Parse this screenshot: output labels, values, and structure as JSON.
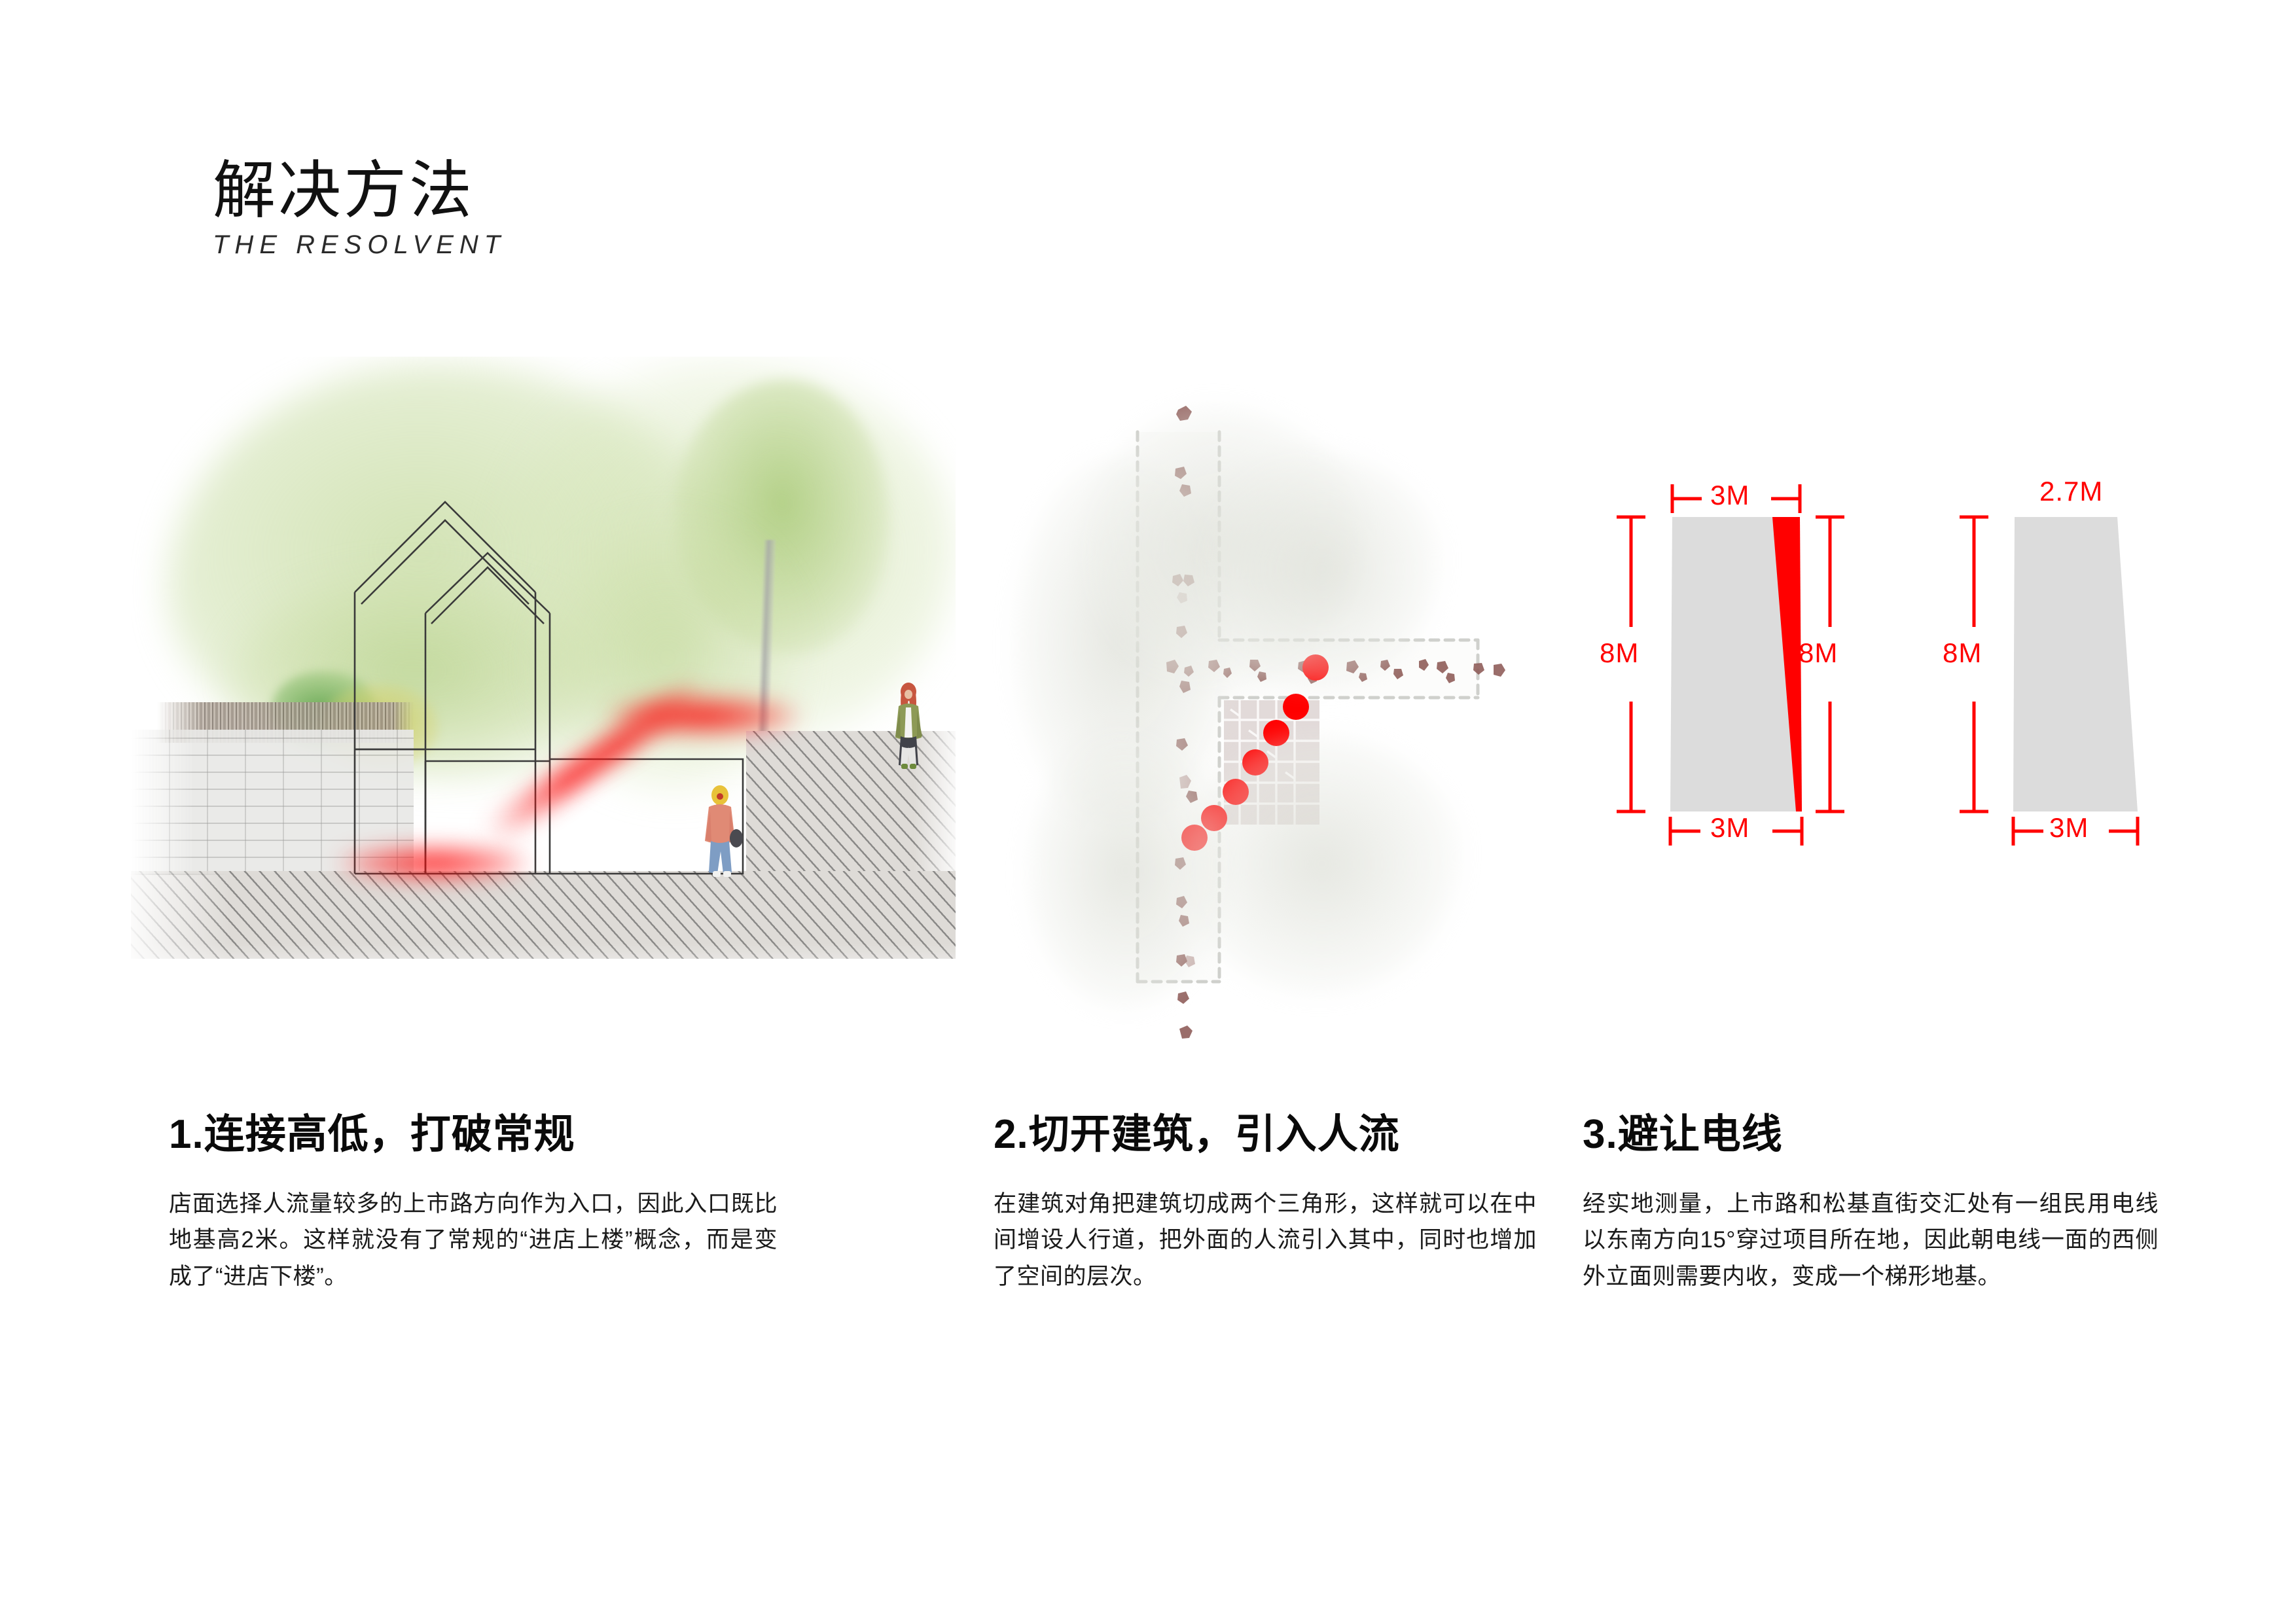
{
  "header": {
    "title": "解决方法",
    "subtitle": "THE RESOLVENT"
  },
  "colors": {
    "accent_red": "#ff0000",
    "shape_gray": "#dcdcdc",
    "text_dark": "#111111",
    "wash_green": "#c6dba0",
    "marker_maroon": "#8d5a56"
  },
  "panels": [
    {
      "id": "panel-1",
      "number": "1",
      "heading": "1.连接高低，打破常规",
      "body": "店面选择人流量较多的上市路方向作为入口，因此入口既比地基高2米。这样就没有了常规的“进店上楼”概念，而是变成了“进店下楼”。",
      "figure_type": "watercolor-section-illustration"
    },
    {
      "id": "panel-2",
      "number": "2",
      "heading": "2.切开建筑，引入人流",
      "body": "在建筑对角把建筑切成两个三角形，这样就可以在中间增设人行道，把外面的人流引入其中，同时也增加了空间的层次。",
      "figure_type": "site-plan-diagram"
    },
    {
      "id": "panel-3",
      "number": "3",
      "heading": "3.避让电线",
      "body": "经实地测量，上市路和松基直街交汇处有一组民用电线以东南方向15°穿过项目所在地，因此朝电线一面的西侧外立面则需要内收，变成一个梯形地基。",
      "figure_type": "dimension-diagram"
    }
  ],
  "dimension_diagram": {
    "shape_a": {
      "name": "original-footprint",
      "top_label": "3M",
      "bottom_label": "3M",
      "left_height_label": "8M",
      "right_height_label": "8M",
      "cut_marker_color": "#ff0000"
    },
    "shape_b": {
      "name": "trapezoid-footprint",
      "top_label": "2.7M",
      "bottom_label": "3M",
      "left_height_label": "8M"
    }
  },
  "site_plan": {
    "streets": [
      "vertical-street",
      "horizontal-street"
    ],
    "flow_dots_count": 7,
    "building_block_label": "cobblestone-block"
  },
  "section_illustration": {
    "figures": [
      "pedestrian-upper-level",
      "pedestrian-lower-level"
    ],
    "elements": [
      "brick-wall",
      "tile-coping",
      "gable-building-outline",
      "hatched-ground",
      "red-flow-arrow",
      "tree",
      "foliage-wash"
    ]
  }
}
